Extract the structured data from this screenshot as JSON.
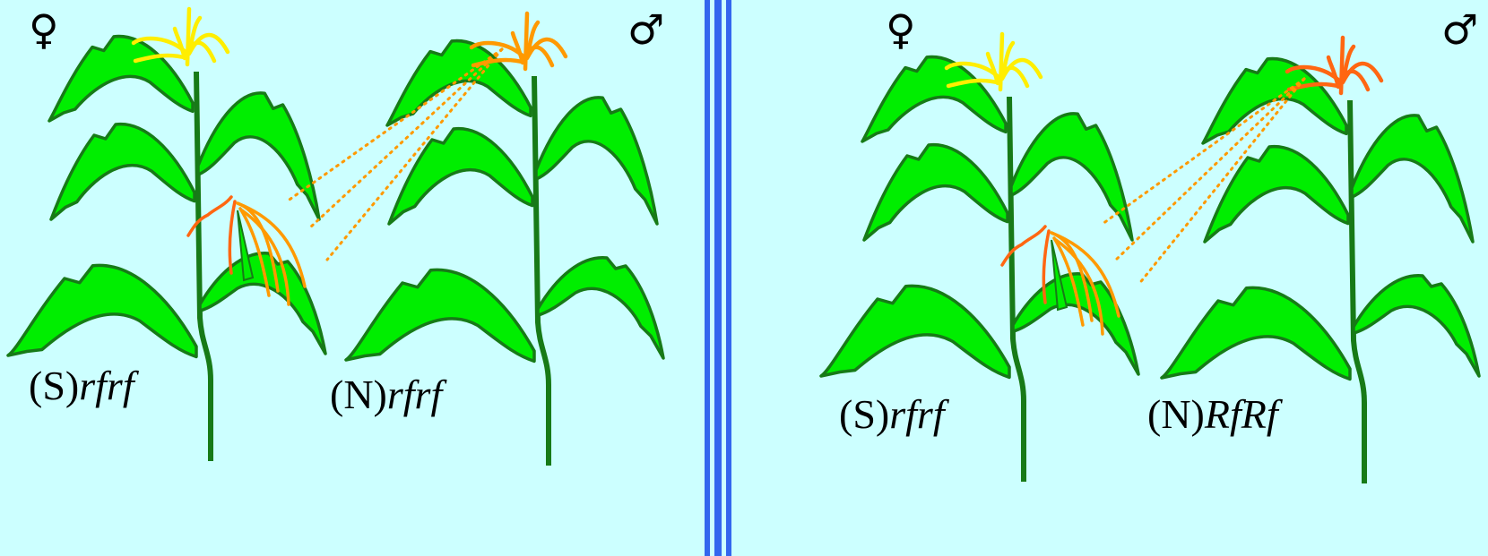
{
  "background": "#ccffff",
  "colors": {
    "leaf_fill": "#00ee00",
    "leaf_stroke": "#177a17",
    "stem": "#177a17",
    "tassel_yellow": "#ffee00",
    "tassel_orange": "#ff9900",
    "tassel_red": "#ff6611",
    "divider": "#3366ee"
  },
  "panels": [
    {
      "female_symbol": "♀",
      "male_symbol": "♂",
      "female_cytoplasm": "(S)",
      "female_genotype": "rfrf",
      "male_cytoplasm": "(N)",
      "male_genotype": "rfrf"
    },
    {
      "female_symbol": "♀",
      "male_symbol": "♂",
      "female_cytoplasm": "(S)",
      "female_genotype": "rfrf",
      "male_cytoplasm": "(N)",
      "male_genotype": "RfRf"
    }
  ]
}
